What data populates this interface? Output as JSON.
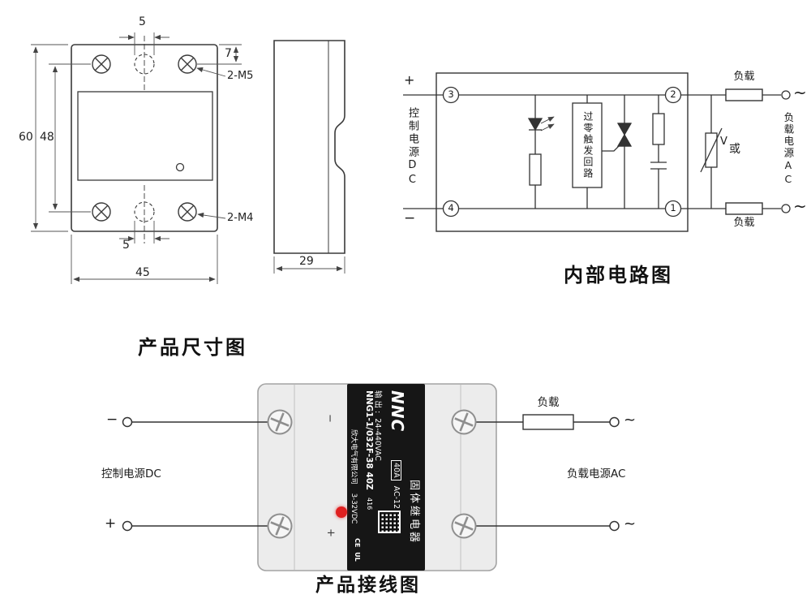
{
  "sections": {
    "dimension_title": "产品尺寸图",
    "circuit_title": "内部电路图",
    "wiring_title": "产品接线图"
  },
  "dimension": {
    "slot_width_top": "5",
    "screw_offset": "7",
    "height": "60",
    "hole_spacing": "48",
    "screw_top_label": "2-M5",
    "screw_bottom_label": "2-M4",
    "slot_width_bottom": "5",
    "width": "45",
    "depth": "29"
  },
  "circuit": {
    "plus": "+",
    "minus": "−",
    "control_power": "控制电源DC",
    "terminals": {
      "t3": "3",
      "t4": "4",
      "t2": "2",
      "t1": "1"
    },
    "trigger_box": "过零触发回路",
    "varistor": "V",
    "or": "或",
    "load_top": "负载",
    "load_bottom": "负载",
    "load_power": "负载电源AC",
    "ac_top": "~",
    "ac_bottom": "~"
  },
  "wiring": {
    "minus": "−",
    "plus": "+",
    "control_power": "控制电源DC",
    "load": "负载",
    "load_power": "负载电源AC",
    "ac_top": "~",
    "ac_bottom": "~",
    "device": {
      "brand": "NNC",
      "product_name": "固体继电器",
      "model": "NNG1-1/032F-38 40Z",
      "output_label": "输 出 :",
      "output_value": "24-440VAC",
      "current": "40A",
      "category": "AC-12",
      "company": "欣大电气有限公司",
      "input": "3-32VDC",
      "serial": "416",
      "ce": "CE",
      "ul": "UL",
      "case_minus": "−",
      "case_plus": "+"
    }
  }
}
